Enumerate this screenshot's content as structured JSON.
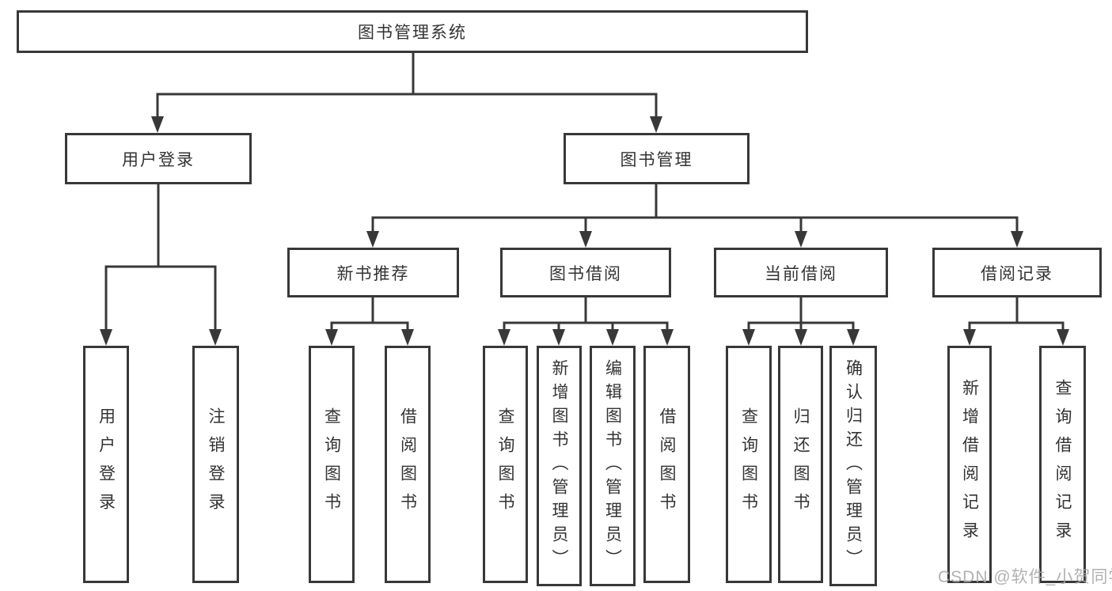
{
  "diagram": {
    "title": "图书管理系统",
    "level2": {
      "user_login": "用户登录",
      "book_mgmt": "图书管理"
    },
    "level3": {
      "new_books": "新书推荐",
      "book_borrow": "图书借阅",
      "current_borrow": "当前借阅",
      "borrow_records": "借阅记录"
    },
    "leaves": {
      "user_login": [
        "用户登录",
        "注销登录"
      ],
      "new_books": [
        "查询图书",
        "借阅图书"
      ],
      "book_borrow": [
        "查询图书",
        "新增图书（管理员）",
        "编辑图书（管理员）",
        "借阅图书"
      ],
      "current_borrow": [
        "查询图书",
        "归还图书",
        "确认归还（管理员）"
      ],
      "borrow_records": [
        "新增借阅记录",
        "查询借阅记录"
      ]
    },
    "colors": {
      "line": "#383838",
      "border": "#383838",
      "text": "#333333",
      "background": "#ffffff",
      "watermark": "#a9a9a9"
    }
  },
  "watermark": {
    "text": "CSDN @软件_小贺同学"
  }
}
